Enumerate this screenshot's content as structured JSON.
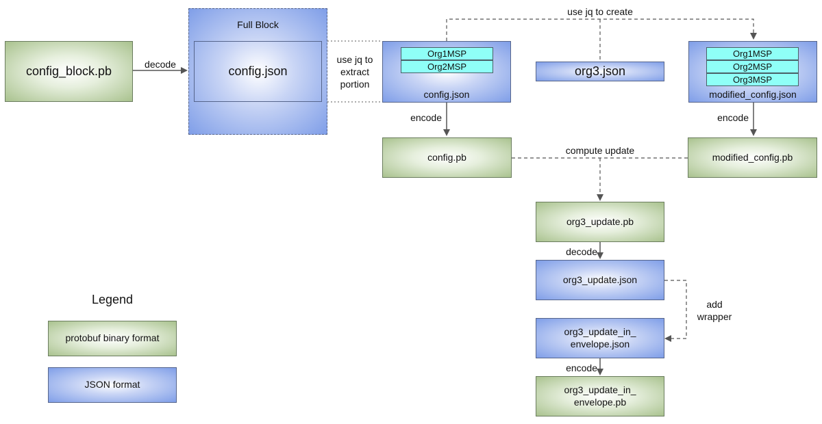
{
  "nodes": {
    "config_block_pb": "config_block.pb",
    "full_block_title": "Full Block",
    "full_block_config_json": "config.json",
    "left_config_json": "config.json",
    "org3_json": "org3.json",
    "modified_config_json": "modified_config.json",
    "config_pb": "config.pb",
    "modified_config_pb": "modified_config.pb",
    "org3_update_pb": "org3_update.pb",
    "org3_update_json": "org3_update.json",
    "org3_update_in_envelope_json_line1": "org3_update_in_",
    "org3_update_in_envelope_json_line2": "envelope.json",
    "org3_update_in_envelope_pb_line1": "org3_update_in_",
    "org3_update_in_envelope_pb_line2": "envelope.pb"
  },
  "msp_lists": {
    "config_json": [
      "Org1MSP",
      "Org2MSP"
    ],
    "modified_config_json": [
      "Org1MSP",
      "Org2MSP",
      "Org3MSP"
    ]
  },
  "edge_labels": {
    "decode_1": "decode",
    "use_jq_extract_line1": "use jq to",
    "use_jq_extract_line2": "extract",
    "use_jq_extract_line3": "portion",
    "use_jq_create": "use jq to create",
    "encode_left": "encode",
    "encode_right": "encode",
    "compute_update": "compute update",
    "decode_2": "decode",
    "add_wrapper_line1": "add",
    "add_wrapper_line2": "wrapper",
    "encode_bottom": "encode"
  },
  "legend": {
    "title": "Legend",
    "protobuf": "protobuf binary format",
    "json": "JSON format"
  },
  "colors": {
    "binary_format": "#a9c28e",
    "json_format": "#7f9ee8",
    "msp_box": "#8ffff7",
    "arrow": "#555555"
  }
}
